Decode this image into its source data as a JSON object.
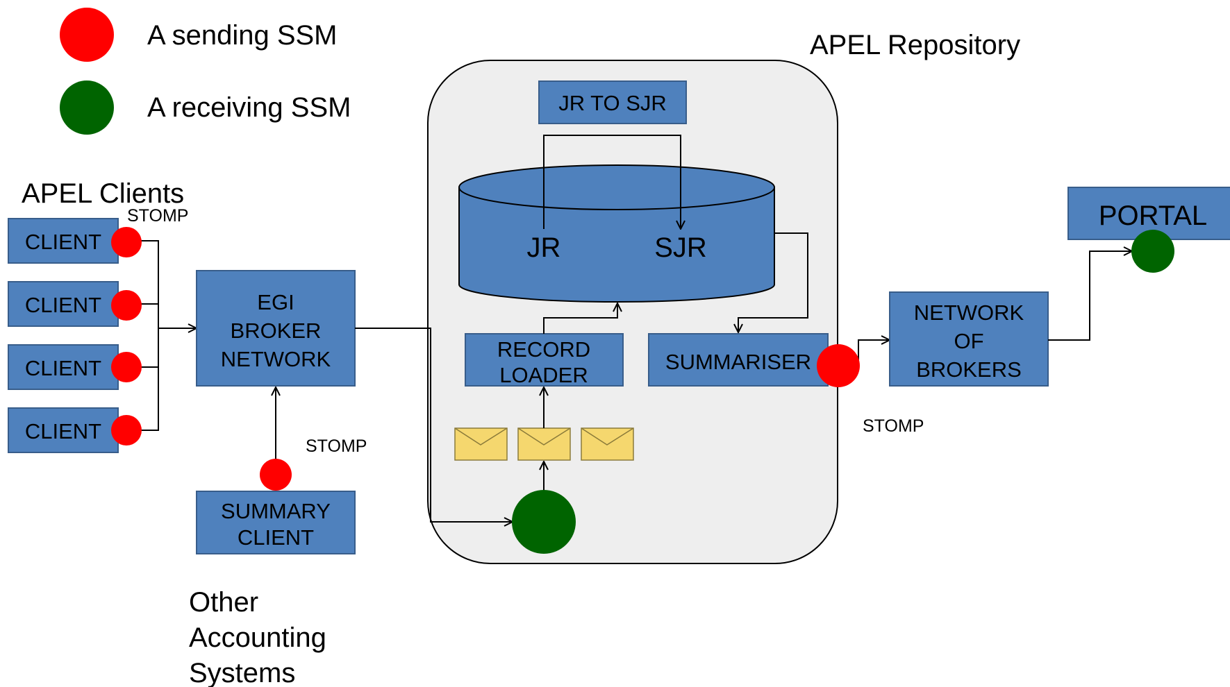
{
  "legend": {
    "sending_label": "A sending SSM",
    "receiving_label": "A receiving SSM"
  },
  "labels": {
    "apel_clients": "APEL Clients",
    "apel_repository": "APEL Repository",
    "stomp": "STOMP",
    "other_accounting": [
      "Other",
      "Accounting",
      "Systems"
    ]
  },
  "boxes": {
    "client": "CLIENT",
    "egi_broker": [
      "EGI",
      "BROKER",
      "NETWORK"
    ],
    "summary_client": [
      "SUMMARY",
      "CLIENT"
    ],
    "jr_to_sjr": "JR TO SJR",
    "record_loader": [
      "RECORD",
      "LOADER"
    ],
    "summariser": "SUMMARISER",
    "network_of_brokers": [
      "NETWORK",
      "OF",
      "BROKERS"
    ],
    "portal": "PORTAL"
  },
  "database": {
    "jr": "JR",
    "sjr": "SJR"
  },
  "colors": {
    "box_fill": "#4f81bd",
    "box_stroke": "#385d8a",
    "sending_ssm": "#ff0000",
    "receiving_ssm": "#006400",
    "repository_fill": "#eeeeee",
    "message_fill": "#f5d76e"
  }
}
